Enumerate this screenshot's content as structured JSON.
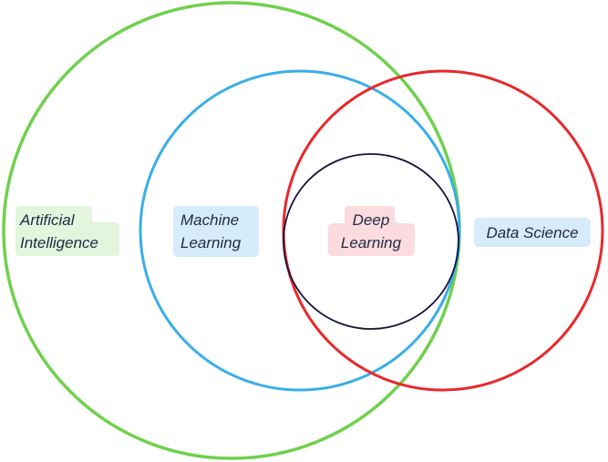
{
  "sets": [
    {
      "id": "ai",
      "label_lines": [
        "Artificial",
        "Intelligence"
      ],
      "stroke": "#6fd04d",
      "label_fill": "#e3f5dc"
    },
    {
      "id": "ml",
      "label_lines": [
        "Machine",
        "Learning"
      ],
      "stroke": "#3aaee8",
      "label_fill": "#d7ecfa"
    },
    {
      "id": "ds",
      "label_lines": [
        "Data Science"
      ],
      "stroke": "#e8282b",
      "label_fill": "#d7ecfa"
    },
    {
      "id": "dl",
      "label_lines": [
        "Deep",
        "Learning"
      ],
      "stroke": "#14143a",
      "label_fill": "#fbdbdd"
    }
  ]
}
